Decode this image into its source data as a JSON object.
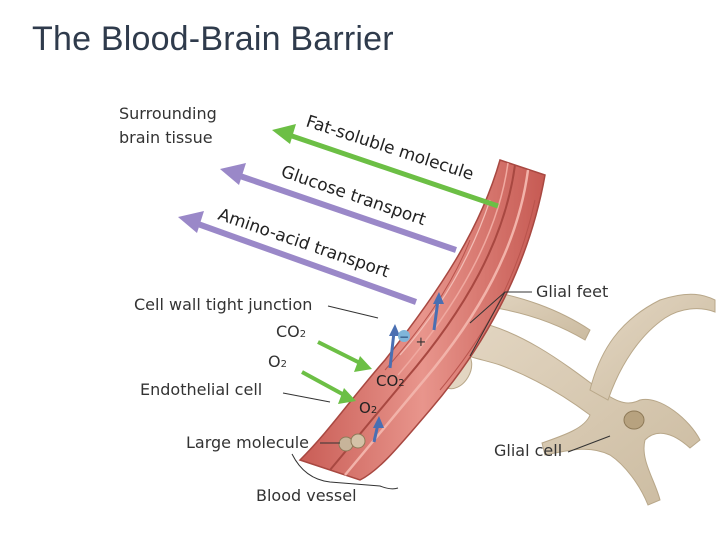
{
  "title": "The Blood-Brain Barrier",
  "labels": {
    "surrounding_line1": "Surrounding",
    "surrounding_line2": "brain tissue",
    "fat_soluble": "Fat-soluble molecule",
    "glucose": "Glucose transport",
    "amino_acid": "Amino-acid transport",
    "tight_junction": "Cell wall tight junction",
    "co2_left": "CO",
    "o2_left": "O",
    "endothelial": "Endothelial cell",
    "co2_right": "CO",
    "o2_right": "O",
    "large_molecule": "Large molecule",
    "blood_vessel": "Blood vessel",
    "glial_feet": "Glial feet",
    "glial_cell": "Glial cell",
    "sub2": "2",
    "minus_sign": "−",
    "plus_sign": "+"
  },
  "colors": {
    "fat_soluble_arrow": "#6cbf45",
    "transport_arrow": "#9a88c8",
    "vessel": "#d9786f",
    "vessel_dark": "#b9534c",
    "glial": "#d8c9b2",
    "ion_arrow": "#4a6fb2"
  }
}
